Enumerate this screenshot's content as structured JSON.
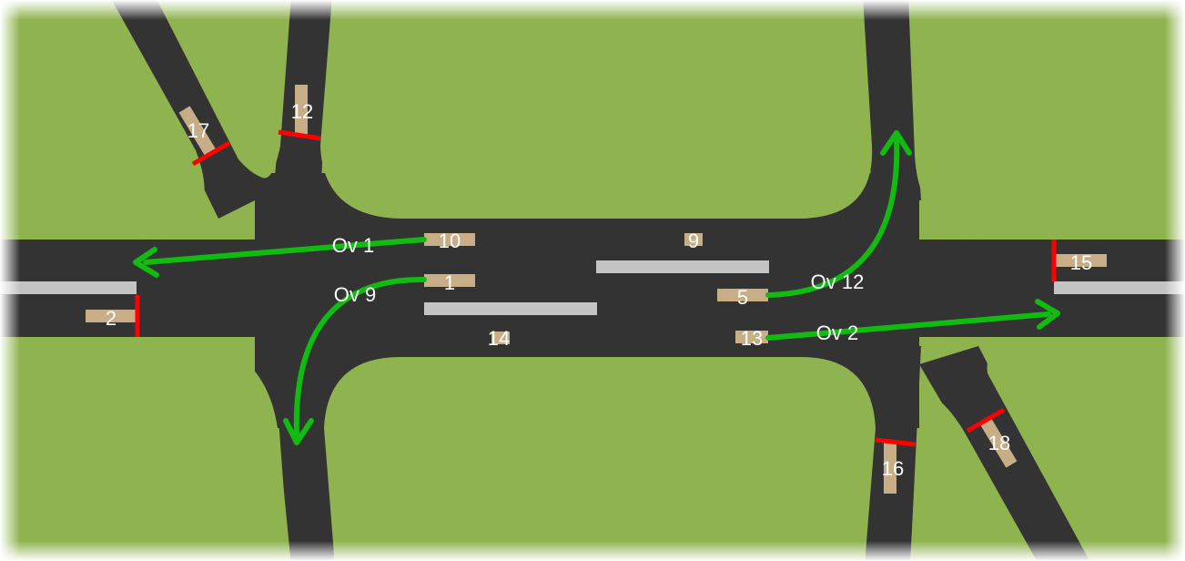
{
  "colors": {
    "grass": "#8fb34f",
    "road": "#333333",
    "median": "#c4c4c4",
    "detector": "#c8ae86",
    "stop_line": "#ff0000",
    "movement_arrow": "#11bb11",
    "label_text": "#ffffff"
  },
  "detectors": [
    "1",
    "2",
    "5",
    "9",
    "10",
    "12",
    "13",
    "14",
    "15",
    "16",
    "17",
    "18"
  ],
  "movements": [
    "Ov 1",
    "Ov 9",
    "Ov 12",
    "Ov 2"
  ]
}
